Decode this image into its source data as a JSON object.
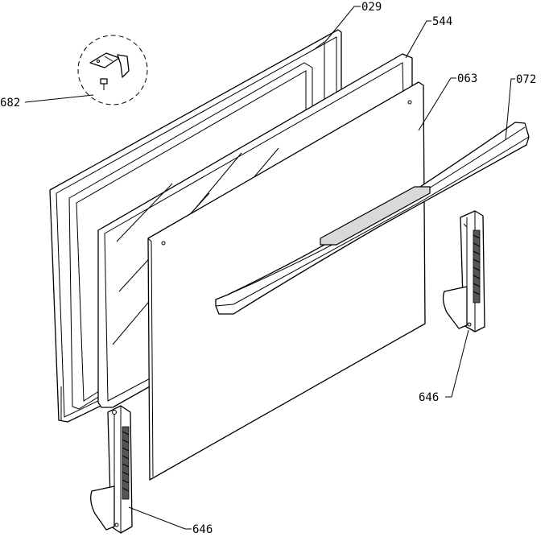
{
  "callouts": [
    {
      "id": "c029",
      "label": "029"
    },
    {
      "id": "c544",
      "label": "544"
    },
    {
      "id": "c063",
      "label": "063"
    },
    {
      "id": "c072",
      "label": "072"
    },
    {
      "id": "c682",
      "label": "682"
    },
    {
      "id": "c646a",
      "label": "646"
    },
    {
      "id": "c646b",
      "label": "646"
    }
  ]
}
